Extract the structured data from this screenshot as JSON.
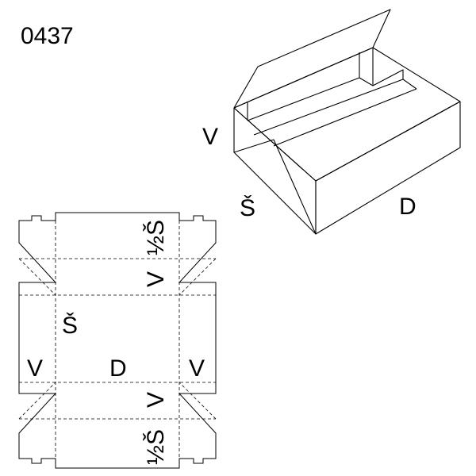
{
  "code": "0437",
  "box_labels": {
    "height": "V",
    "width": "Š",
    "length": "D"
  },
  "net_labels": {
    "width": "Š",
    "length": "D",
    "height_left": "V",
    "height_right": "V",
    "height_top_lid": "V",
    "half_width_top": "½Š",
    "height_bottom_lid": "V",
    "half_width_bottom": "½Š"
  },
  "colors": {
    "line": "#000000",
    "background": "#ffffff"
  }
}
